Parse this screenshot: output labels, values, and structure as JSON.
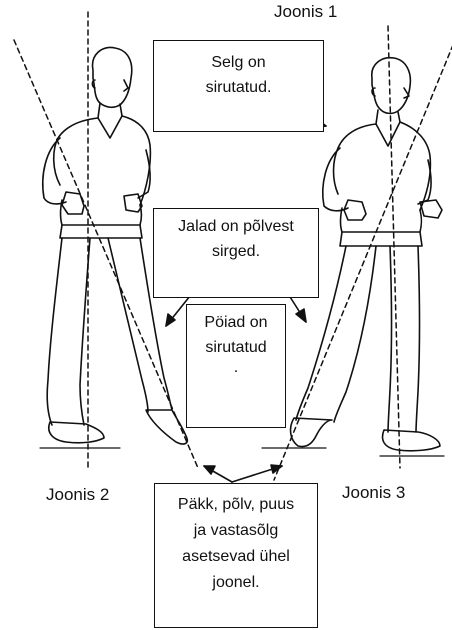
{
  "figure_labels": {
    "top": "Joonis 1",
    "left": "Joonis 2",
    "right": "Joonis 3"
  },
  "callouts": {
    "back": {
      "line1": "Selg on",
      "line2": "sirutatud."
    },
    "legs": {
      "line1": "Jalad on põlvest",
      "line2": "sirged."
    },
    "feet": {
      "line1": "Pöiad on",
      "line2": "sirutatud",
      "line3": "."
    },
    "alignment": {
      "line1": "Päkk, põlv, puus",
      "line2": "ja vastasõlg",
      "line3": "asetsevad ühel",
      "line4": "joonel."
    }
  },
  "colors": {
    "ink": "#111111",
    "background": "#ffffff"
  }
}
